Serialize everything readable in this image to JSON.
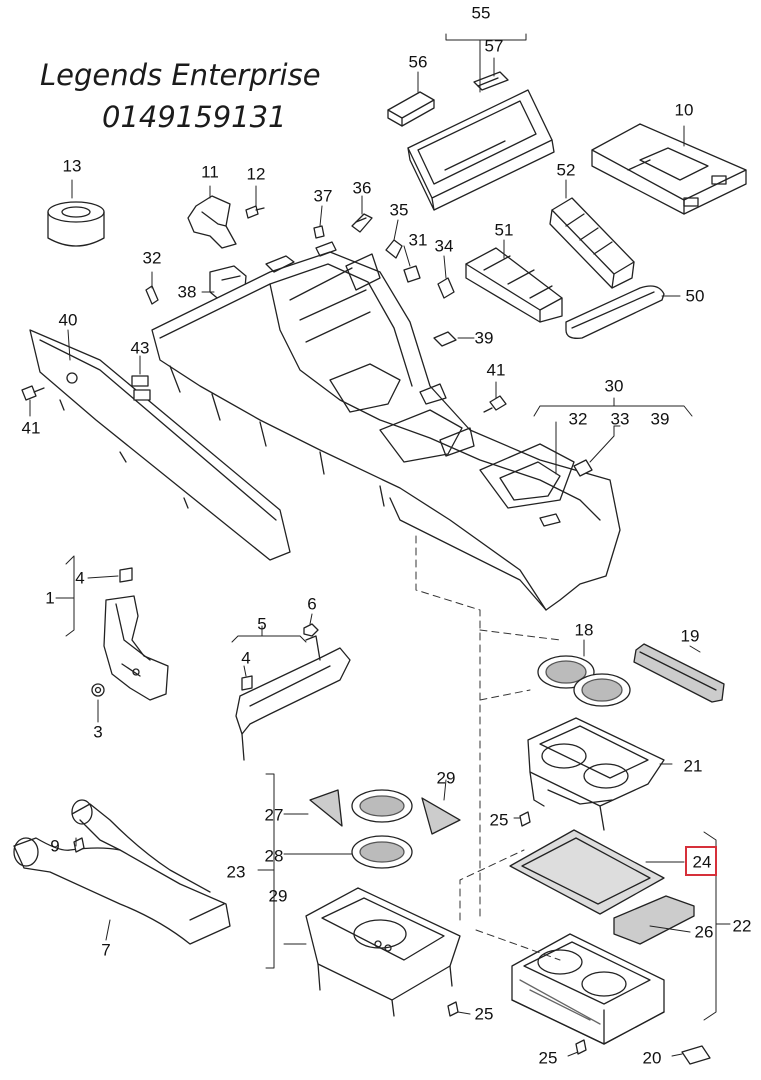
{
  "watermark": {
    "line1": "Legends Enterprise",
    "line2": "0149159131"
  },
  "highlight_color": "#d6303a",
  "callouts": [
    {
      "id": "c55",
      "text": "55"
    },
    {
      "id": "c56",
      "text": "56"
    },
    {
      "id": "c57",
      "text": "57"
    },
    {
      "id": "c10",
      "text": "10"
    },
    {
      "id": "c13",
      "text": "13"
    },
    {
      "id": "c11",
      "text": "11"
    },
    {
      "id": "c12",
      "text": "12"
    },
    {
      "id": "c37",
      "text": "37"
    },
    {
      "id": "c36",
      "text": "36"
    },
    {
      "id": "c35",
      "text": "35"
    },
    {
      "id": "c52",
      "text": "52"
    },
    {
      "id": "c51",
      "text": "51"
    },
    {
      "id": "c31",
      "text": "31"
    },
    {
      "id": "c34",
      "text": "34"
    },
    {
      "id": "c32a",
      "text": "32"
    },
    {
      "id": "c38",
      "text": "38"
    },
    {
      "id": "c50",
      "text": "50"
    },
    {
      "id": "c40",
      "text": "40"
    },
    {
      "id": "c39a",
      "text": "39"
    },
    {
      "id": "c43",
      "text": "43"
    },
    {
      "id": "c41a",
      "text": "41"
    },
    {
      "id": "c41b",
      "text": "41"
    },
    {
      "id": "c30",
      "text": "30"
    },
    {
      "id": "c32b",
      "text": "32"
    },
    {
      "id": "c33",
      "text": "33"
    },
    {
      "id": "c39b",
      "text": "39"
    },
    {
      "id": "c4a",
      "text": "4"
    },
    {
      "id": "c1",
      "text": "1"
    },
    {
      "id": "c6",
      "text": "6"
    },
    {
      "id": "c5",
      "text": "5"
    },
    {
      "id": "c4b",
      "text": "4"
    },
    {
      "id": "c3",
      "text": "3"
    },
    {
      "id": "c18",
      "text": "18"
    },
    {
      "id": "c19",
      "text": "19"
    },
    {
      "id": "c21",
      "text": "21"
    },
    {
      "id": "c29a",
      "text": "29"
    },
    {
      "id": "c27",
      "text": "27"
    },
    {
      "id": "c25a",
      "text": "25"
    },
    {
      "id": "c9",
      "text": "9"
    },
    {
      "id": "c28",
      "text": "28"
    },
    {
      "id": "c24",
      "text": "24"
    },
    {
      "id": "c23",
      "text": "23"
    },
    {
      "id": "c29b",
      "text": "29"
    },
    {
      "id": "c22",
      "text": "22"
    },
    {
      "id": "c26",
      "text": "26"
    },
    {
      "id": "c7",
      "text": "7"
    },
    {
      "id": "c25b",
      "text": "25"
    },
    {
      "id": "c25c",
      "text": "25"
    },
    {
      "id": "c20",
      "text": "20"
    }
  ]
}
